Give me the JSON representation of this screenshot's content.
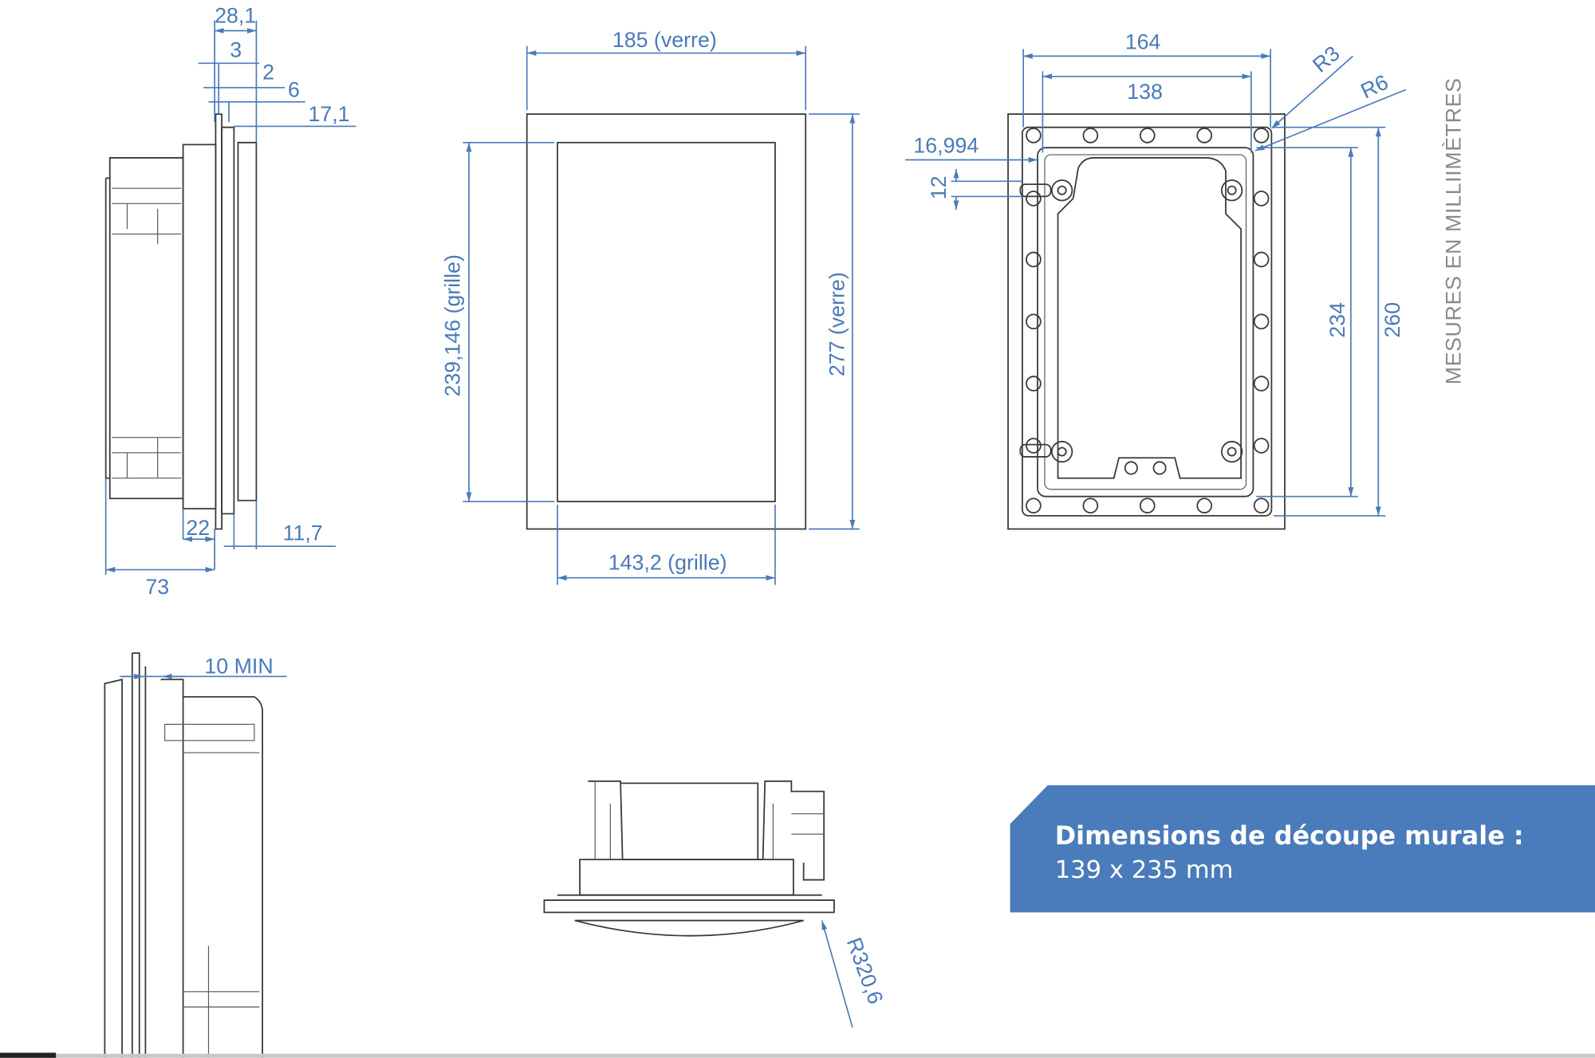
{
  "colors": {
    "dimension": "#4a7ab8",
    "banner": "#4a7bba",
    "outline": "#3a3a3a",
    "note": "#8a8a8a"
  },
  "side_view": {
    "dims": [
      "28,1",
      "3",
      "2",
      "6",
      "17,1",
      "22",
      "11,7",
      "73"
    ]
  },
  "front_view": {
    "top": "185 (verre)",
    "left": "239,146 (grille)",
    "right": "277 (verre)",
    "bottom": "143,2 (grille)"
  },
  "back_view": {
    "outer_width": "164",
    "inner_width": "138",
    "r3": "R3",
    "r6": "R6",
    "offset": "16,994",
    "slot": "12",
    "inner_height": "234",
    "outer_height": "260"
  },
  "units_note": "MESURES EN MILLIIMÈTRES",
  "section_view": {
    "min_depth": "10 MIN"
  },
  "bottom_view": {
    "radius": "R320,6"
  },
  "banner": {
    "title": "Dimensions de découpe murale :",
    "value": "139 x 235 mm"
  }
}
